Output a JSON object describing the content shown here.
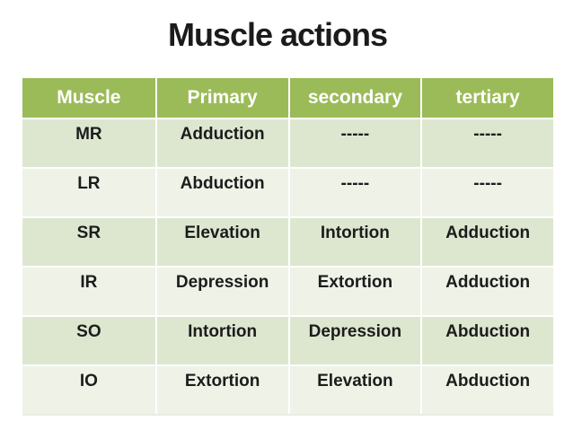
{
  "slide_title": "Muscle actions",
  "table": {
    "headers": [
      "Muscle",
      "Primary",
      "secondary",
      "tertiary"
    ],
    "rows": [
      [
        "MR",
        "Adduction",
        "-----",
        "-----"
      ],
      [
        "LR",
        "Abduction",
        "-----",
        "-----"
      ],
      [
        "SR",
        "Elevation",
        "Intortion",
        "Adduction"
      ],
      [
        "IR",
        "Depression",
        "Extortion",
        "Adduction"
      ],
      [
        "SO",
        "Intortion",
        "Depression",
        "Abduction"
      ],
      [
        "IO",
        "Extortion",
        "Elevation",
        "Abduction"
      ]
    ]
  },
  "colors": {
    "header_bg": "#9bbb59",
    "header_text": "#ffffff",
    "row_band_dark": "#dde7d0",
    "row_band_light": "#eef2e7",
    "title_text": "#1b1b1b",
    "gridline": "#ffffff",
    "background": "#ffffff"
  }
}
